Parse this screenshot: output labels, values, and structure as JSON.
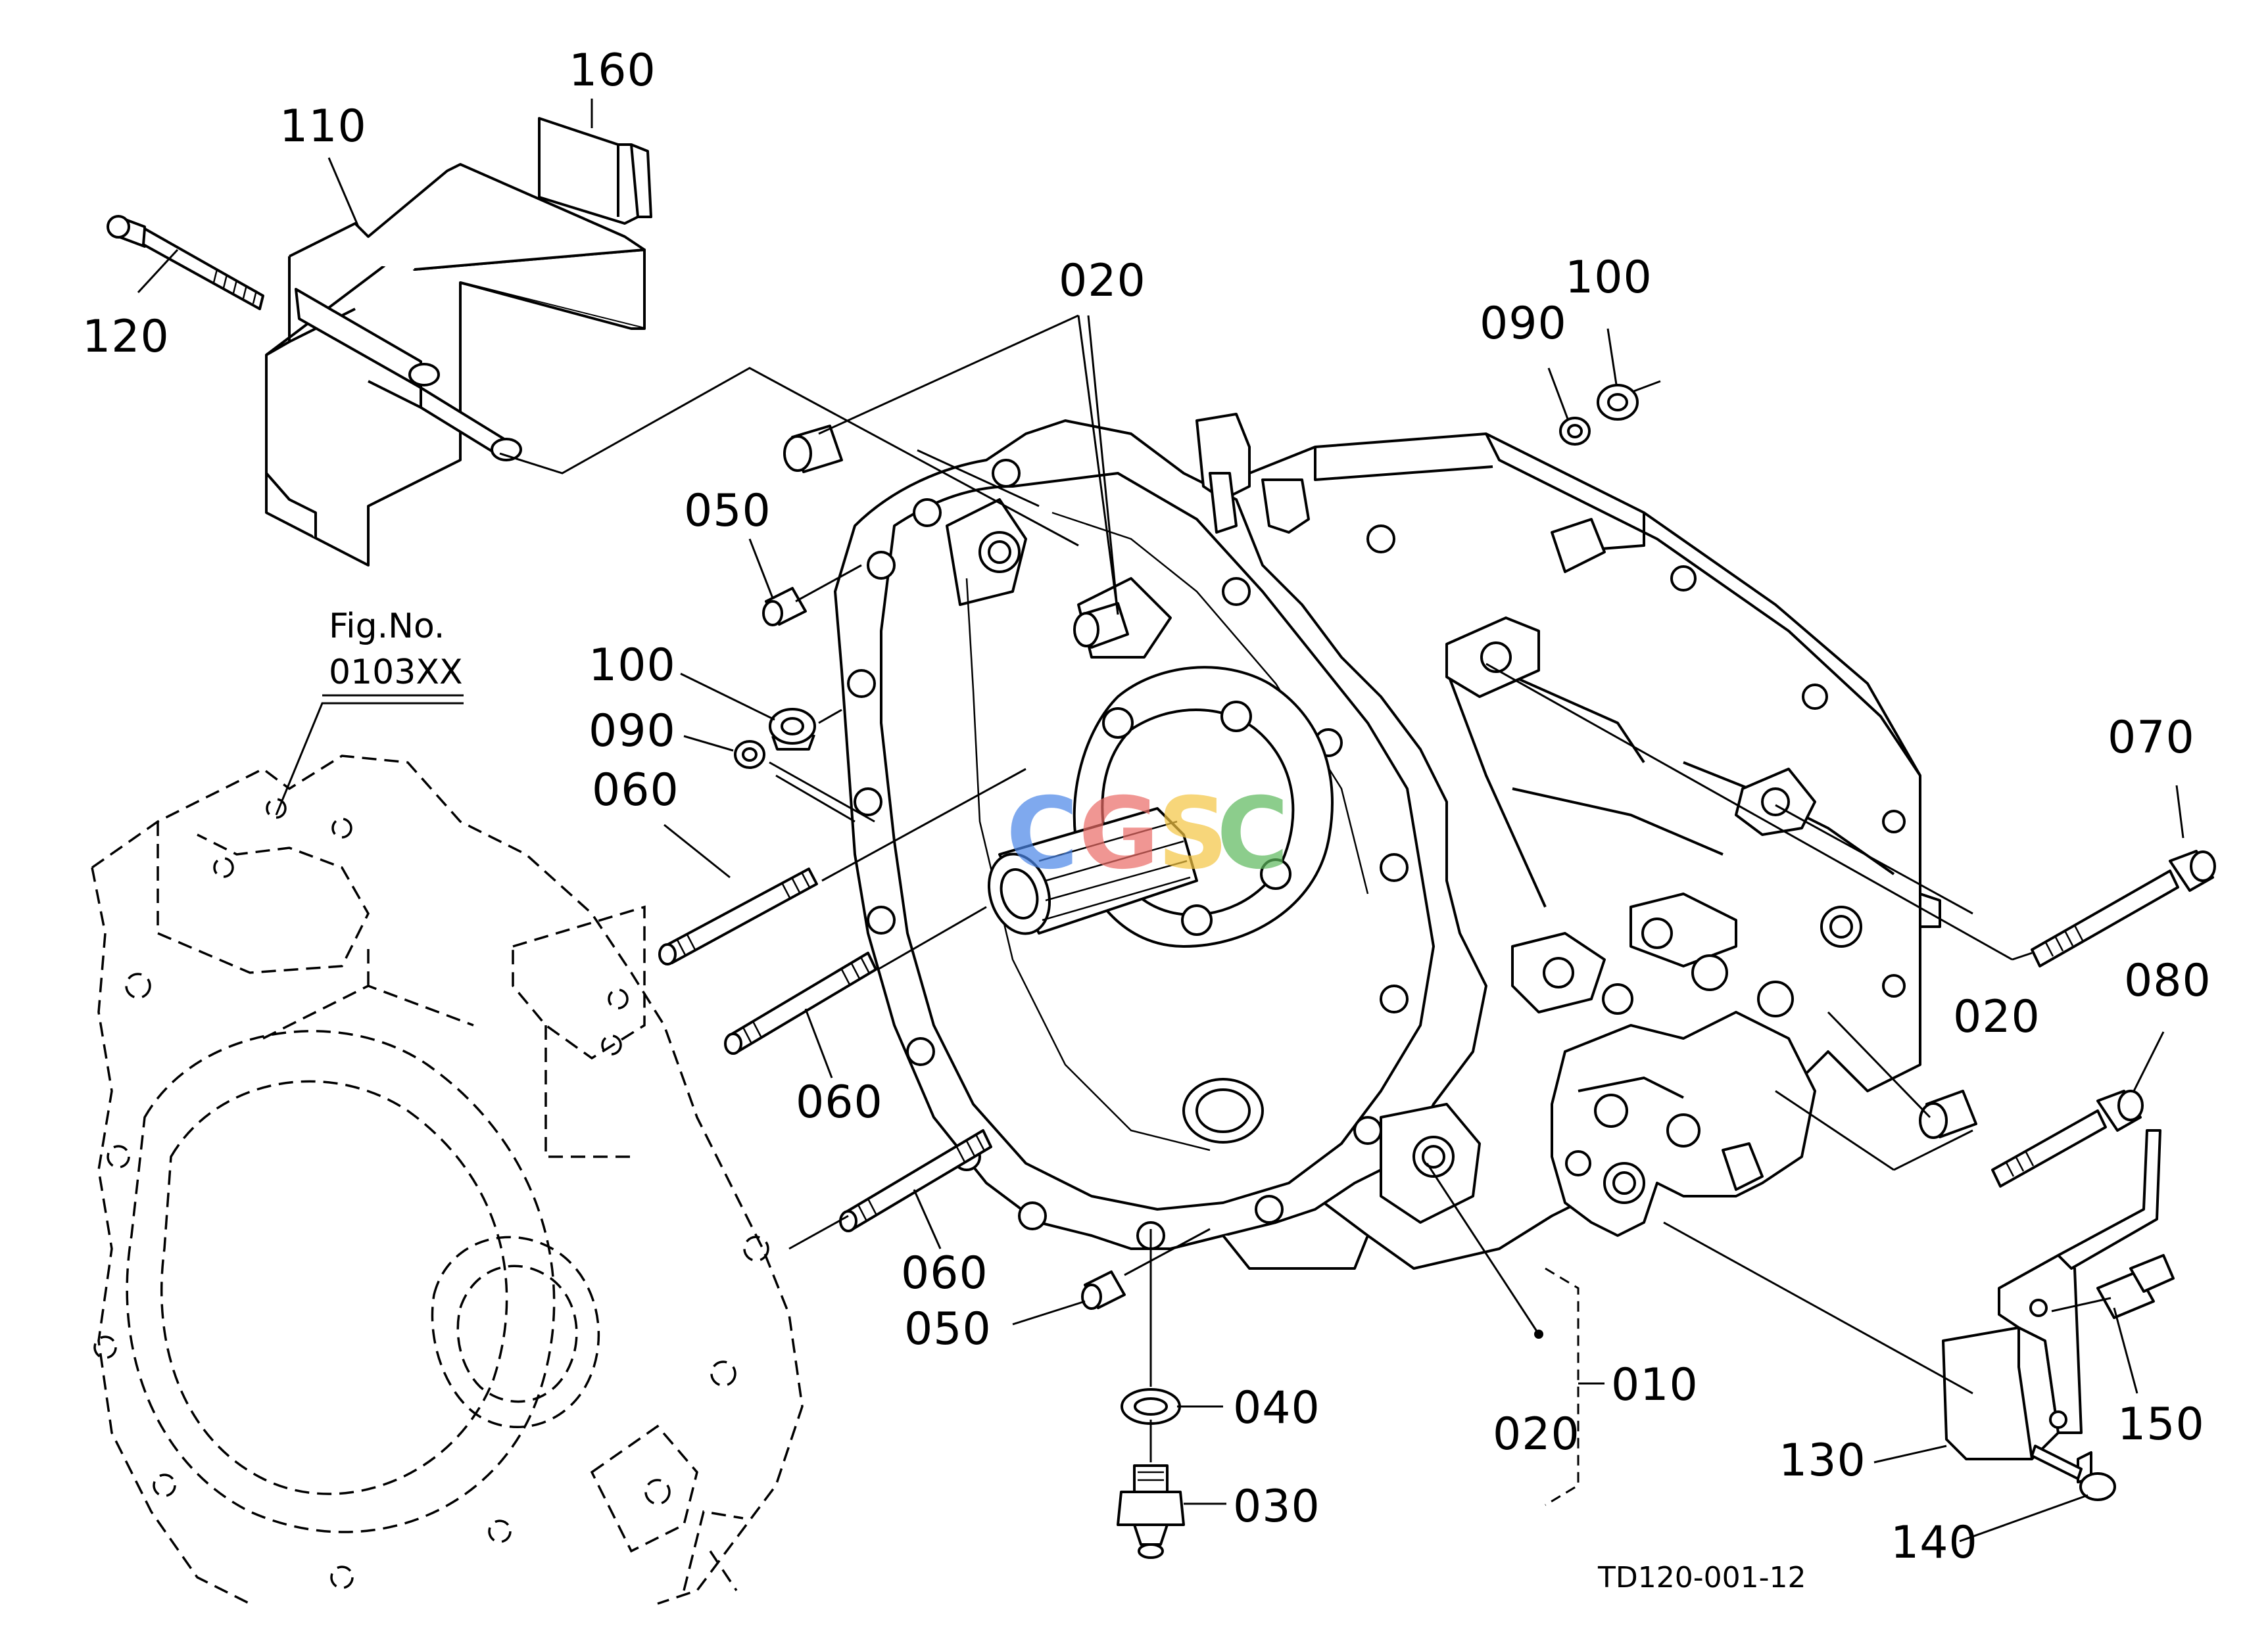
{
  "diagram": {
    "fig_reference": {
      "line1": "Fig.No.",
      "line2": "0103XX"
    },
    "drawing_code": "TD120-001-12",
    "watermark": {
      "letters": [
        "C",
        "G",
        "S",
        "C"
      ],
      "colors": [
        "#4a86e8",
        "#ea6b66",
        "#f4c542",
        "#5cb85c"
      ]
    },
    "callouts": [
      {
        "id": "c160",
        "text": "160"
      },
      {
        "id": "c110",
        "text": "110"
      },
      {
        "id": "c120",
        "text": "120"
      },
      {
        "id": "c020a",
        "text": "020"
      },
      {
        "id": "c090a",
        "text": "090"
      },
      {
        "id": "c100a",
        "text": "100"
      },
      {
        "id": "c050a",
        "text": "050"
      },
      {
        "id": "c100b",
        "text": "100"
      },
      {
        "id": "c090b",
        "text": "090"
      },
      {
        "id": "c060a",
        "text": "060"
      },
      {
        "id": "c060b",
        "text": "060"
      },
      {
        "id": "c060c",
        "text": "060"
      },
      {
        "id": "c050b",
        "text": "050"
      },
      {
        "id": "c040",
        "text": "040"
      },
      {
        "id": "c030",
        "text": "030"
      },
      {
        "id": "c070",
        "text": "070"
      },
      {
        "id": "c020b",
        "text": "020"
      },
      {
        "id": "c080",
        "text": "080"
      },
      {
        "id": "c010",
        "text": "010"
      },
      {
        "id": "c020c",
        "text": "020"
      },
      {
        "id": "c150",
        "text": "150"
      },
      {
        "id": "c130",
        "text": "130"
      },
      {
        "id": "c140",
        "text": "140"
      }
    ]
  }
}
